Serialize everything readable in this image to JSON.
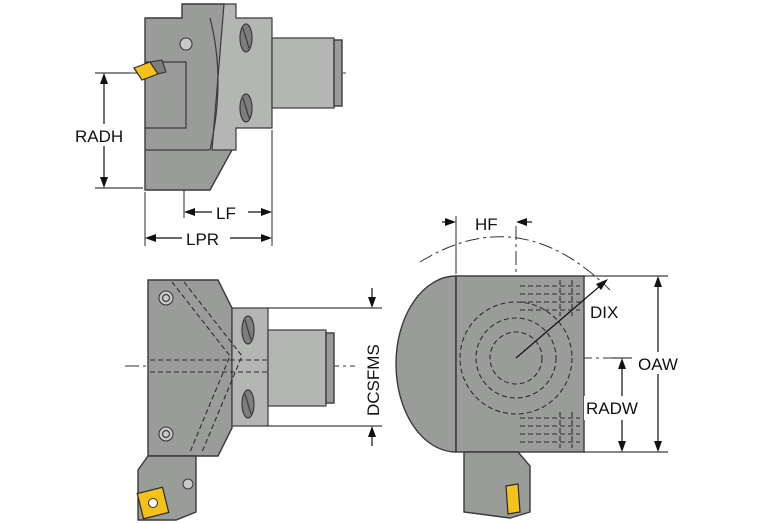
{
  "labels": {
    "radh": "RADH",
    "lf": "LF",
    "lpr": "LPR",
    "dcsfms": "DCSFMS",
    "hf": "HF",
    "dix": "DIX",
    "oaw": "OAW",
    "radw": "RADW"
  },
  "colors": {
    "body": "#9a9c9a",
    "insert": "#f4c21a",
    "dimension": "#111111"
  }
}
